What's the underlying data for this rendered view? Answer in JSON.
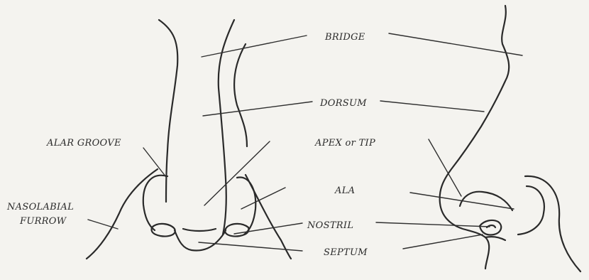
{
  "title": "",
  "labels": {
    "bridge": "BRIDGE",
    "dorsum": "DORSUM",
    "apex": "APEX or TIP",
    "alar_groove": "ALAR GROOVE",
    "ala": "ALA",
    "nasolabial_line1": "NASOLABIAL",
    "nasolabial_line2": "FURROW",
    "nostril": "NOSTRIL",
    "septum": "SEPTUM"
  },
  "colors": {
    "ink": "#2a2a2a",
    "paper": "#f4f3ef"
  }
}
